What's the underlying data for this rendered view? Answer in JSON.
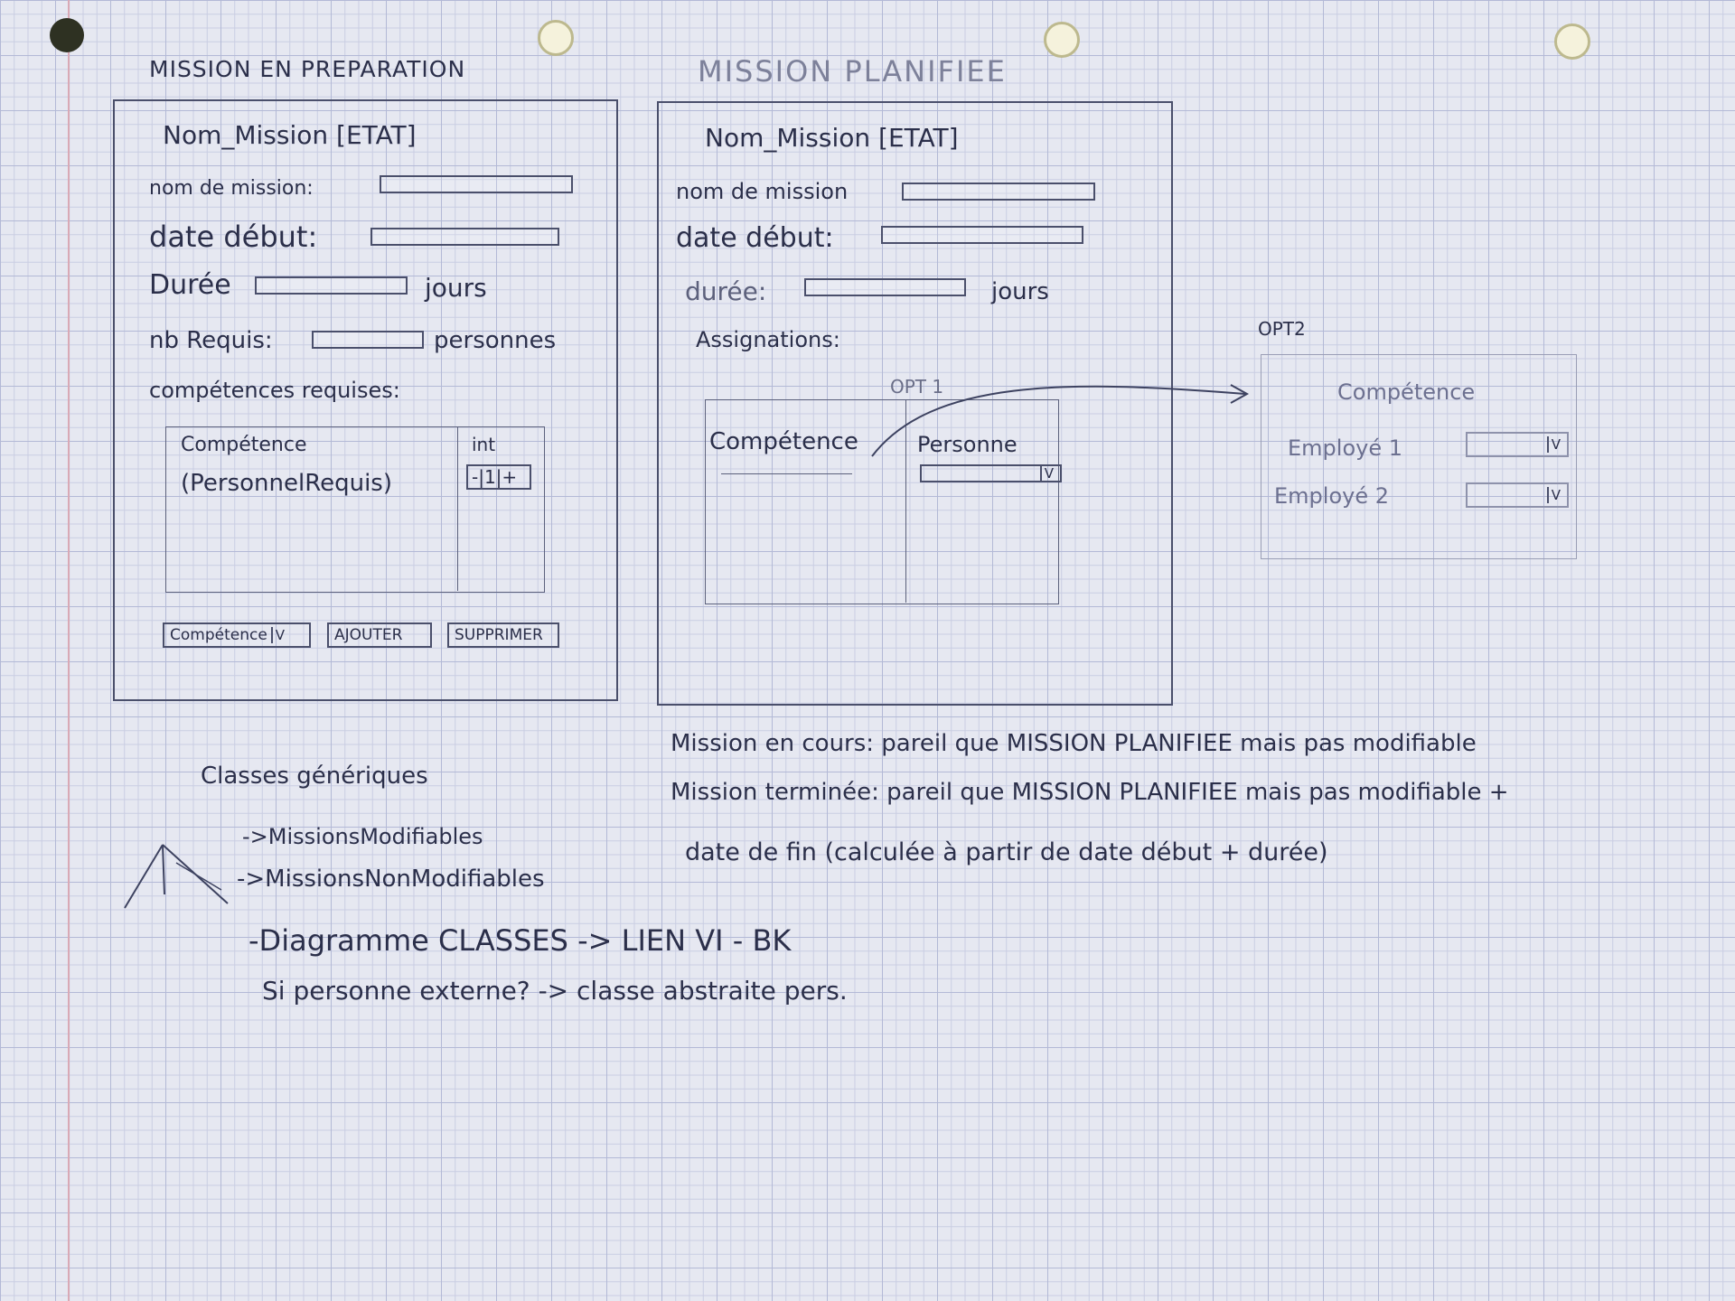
{
  "prep": {
    "title": "MISSION EN PREPARATION",
    "header": "Nom_Mission [ETAT]",
    "label_nom": "nom de mission:",
    "label_date": "date début:",
    "label_duree": "Durée",
    "unit_jours": "jours",
    "label_nb": "nb Requis:",
    "unit_personnes": "personnes",
    "label_comp": "compétences requises:",
    "col1_line1": "Compétence",
    "col1_line2": "(PersonnelRequis)",
    "col2": "int",
    "stepper": "-|1|+",
    "btn_comp": "Compétence",
    "dropdown_glyph": "V",
    "btn_ajouter": "AJOUTER",
    "btn_supprimer": "SUPPRIMER"
  },
  "plan": {
    "title": "MISSION PLANIFIEE",
    "header": "Nom_Mission [ETAT]",
    "label_nom": "nom de mission",
    "label_date": "date début:",
    "label_duree": "durée:",
    "unit_jours": "jours",
    "label_assign": "Assignations:",
    "opt1": "OPT 1",
    "col_comp": "Compétence",
    "col_pers": "Personne",
    "dropdown_glyph": "V"
  },
  "opt2": {
    "label": "OPT2",
    "title": "Compétence",
    "emp1": "Employé 1",
    "emp2": "Employé 2",
    "dropdown_glyph": "V"
  },
  "notes": {
    "encours": "Mission en cours: pareil que MISSION PLANIFIEE mais pas modifiable",
    "terminee1": "Mission terminée: pareil que MISSION PLANIFIEE mais pas modifiable +",
    "terminee2": "date de fin (calculée à partir de date début + durée)",
    "classes": "Classes génériques",
    "c1": "->MissionsModifiables",
    "c2": "->MissionsNonModifiables",
    "diag": "-Diagramme CLASSES -> LIEN VI - BK",
    "ext": "Si personne externe? -> classe abstraite pers."
  }
}
